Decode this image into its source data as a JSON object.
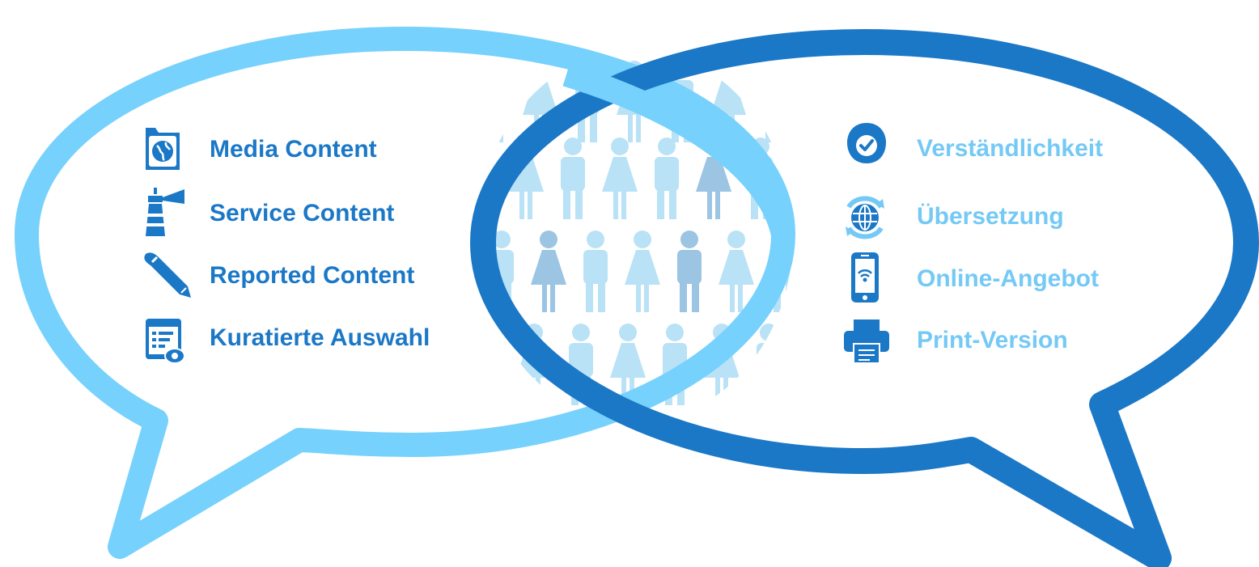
{
  "colors": {
    "left_bubble": "#76d1fc",
    "right_bubble": "#1b78c7",
    "left_text": "#1b78c7",
    "right_text": "#74c9f5",
    "crowd": "#9fd3ee"
  },
  "left_items": [
    {
      "label": "Media Content",
      "icon": "folder-globe-icon"
    },
    {
      "label": "Service Content",
      "icon": "lighthouse-icon"
    },
    {
      "label": "Reported Content",
      "icon": "pen-icon"
    },
    {
      "label": "Kuratierte Auswahl",
      "icon": "list-eye-icon"
    }
  ],
  "right_items": [
    {
      "label": "Verständlichkeit",
      "icon": "face-check-icon"
    },
    {
      "label": "Übersetzung",
      "icon": "globe-refresh-icon"
    },
    {
      "label": "Online-Angebot",
      "icon": "smartphone-wifi-icon"
    },
    {
      "label": "Print-Version",
      "icon": "printer-icon"
    }
  ],
  "center_crowd_icon": "people-crowd-icon"
}
